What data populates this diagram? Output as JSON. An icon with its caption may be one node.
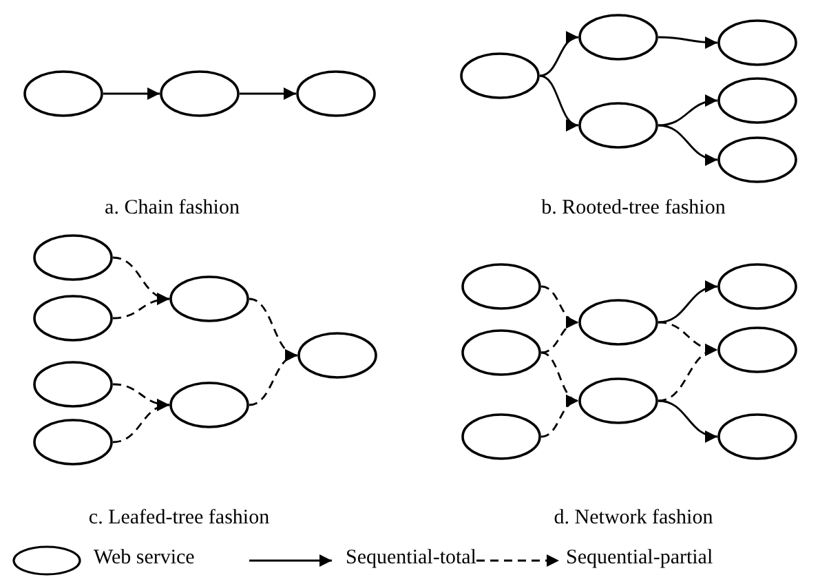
{
  "diagram": {
    "nodes": [
      {
        "text": [],
        "shape": "ellipse"
      },
      {
        "text": [],
        "shape": "ellipse"
      },
      {
        "text": [],
        "shape": "ellipse"
      },
      {
        "text": [],
        "shape": "ellipse"
      },
      {
        "text": [],
        "shape": "ellipse"
      },
      {
        "text": [],
        "shape": "ellipse"
      },
      {
        "text": [],
        "shape": "ellipse"
      },
      {
        "text": [],
        "shape": "ellipse"
      },
      {
        "text": [],
        "shape": "ellipse"
      },
      {
        "text": [],
        "shape": "ellipse"
      },
      {
        "text": [],
        "shape": "ellipse"
      },
      {
        "text": [],
        "shape": "ellipse"
      },
      {
        "text": [],
        "shape": "ellipse"
      },
      {
        "text": [],
        "shape": "ellipse"
      },
      {
        "text": [],
        "shape": "ellipse"
      },
      {
        "text": [],
        "shape": "ellipse"
      },
      {
        "text": [],
        "shape": "ellipse"
      },
      {
        "text": [],
        "shape": "ellipse"
      },
      {
        "text": [],
        "shape": "ellipse"
      },
      {
        "text": [],
        "shape": "ellipse"
      },
      {
        "text": [],
        "shape": "ellipse"
      },
      {
        "text": [],
        "shape": "ellipse"
      },
      {
        "text": [],
        "shape": "ellipse"
      },
      {
        "text": [],
        "shape": "ellipse"
      }
    ],
    "edges": [
      {
        "from": 0,
        "to": 1,
        "arrow": "to"
      },
      {
        "from": 1,
        "to": 2,
        "arrow": "to"
      },
      {
        "from": 3,
        "to": 4,
        "arrow": "to"
      },
      {
        "from": 3,
        "to": 5,
        "arrow": "to"
      },
      {
        "from": 4,
        "to": 6,
        "arrow": "to"
      },
      {
        "from": 5,
        "to": 7,
        "arrow": "to"
      },
      {
        "from": 5,
        "to": 8,
        "arrow": "to"
      },
      {
        "from": 9,
        "to": 13,
        "arrow": "to",
        "style": "dashed"
      },
      {
        "from": 10,
        "to": 13,
        "arrow": "to",
        "style": "dashed"
      },
      {
        "from": 11,
        "to": 14,
        "arrow": "to",
        "style": "dashed"
      },
      {
        "from": 12,
        "to": 14,
        "arrow": "to",
        "style": "dashed"
      },
      {
        "from": 13,
        "to": 15,
        "arrow": "to",
        "style": "dashed"
      },
      {
        "from": 14,
        "to": 15,
        "arrow": "to",
        "style": "dashed"
      },
      {
        "from": 16,
        "to": 19,
        "arrow": "to",
        "style": "dashed"
      },
      {
        "from": 17,
        "to": 19,
        "arrow": "to",
        "style": "dashed"
      },
      {
        "from": 17,
        "to": 20,
        "arrow": "to",
        "style": "dashed"
      },
      {
        "from": 18,
        "to": 20,
        "arrow": "to",
        "style": "dashed"
      },
      {
        "from": 19,
        "to": 21,
        "arrow": "to"
      },
      {
        "from": 19,
        "to": 22,
        "arrow": "to",
        "style": "dashed"
      },
      {
        "from": 20,
        "to": 22,
        "arrow": "to",
        "style": "dashed"
      },
      {
        "from": 20,
        "to": 23,
        "arrow": "to"
      }
    ],
    "labels": [
      "a. Chain fashion",
      "b. Rooted-tree fashion",
      "c. Leafed-tree fashion",
      "d. Network fashion"
    ],
    "legend": [
      {
        "text": "Web service"
      },
      {
        "text": "Sequential-total"
      },
      {
        "text": "Sequential-partial"
      }
    ]
  }
}
